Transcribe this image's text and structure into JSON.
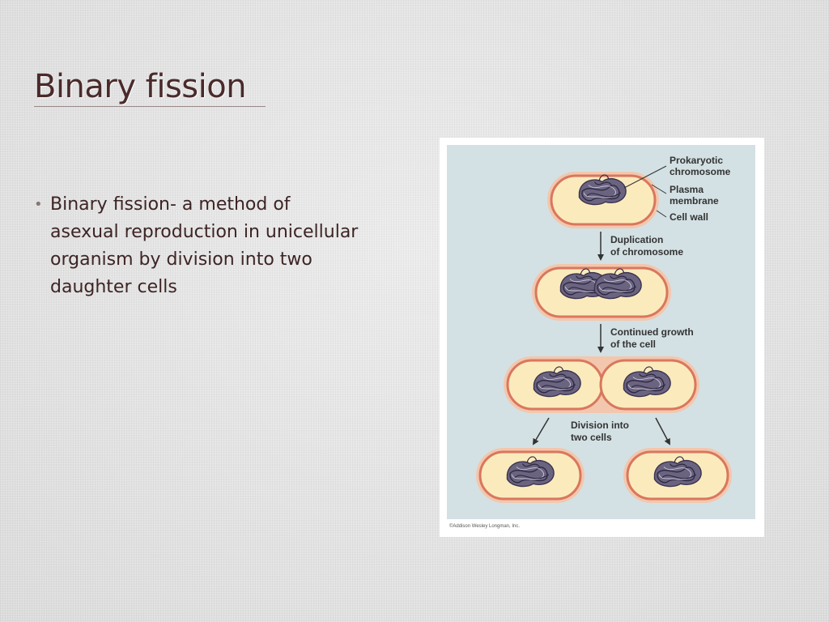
{
  "slide": {
    "title": "Binary fission",
    "bullets": [
      {
        "lines": [
          "Binary fission- a method of",
          "asexual reproduction in unicellular",
          "organism by division into two",
          "daughter cells"
        ]
      }
    ]
  },
  "figure": {
    "labels": {
      "prokaryotic_chromosome": [
        "Prokaryotic",
        "chromosome"
      ],
      "plasma_membrane": [
        "Plasma",
        "membrane"
      ],
      "cell_wall": "Cell wall"
    },
    "steps": [
      [
        "Duplication",
        "of chromosome"
      ],
      [
        "Continued growth",
        "of the cell"
      ],
      [
        "Division into",
        "two cells"
      ]
    ],
    "credit": "©Addison Wesley Longman, Inc."
  },
  "colors": {
    "title_text": "#4a2a2b",
    "body_text": "#3d2425",
    "figure_background": "#d3e1e4",
    "cell_wall": "#f2c7ad",
    "plasma_membrane": "#d9775e",
    "cytoplasm": "#fbebbc",
    "chromosome": "#4f4566"
  }
}
